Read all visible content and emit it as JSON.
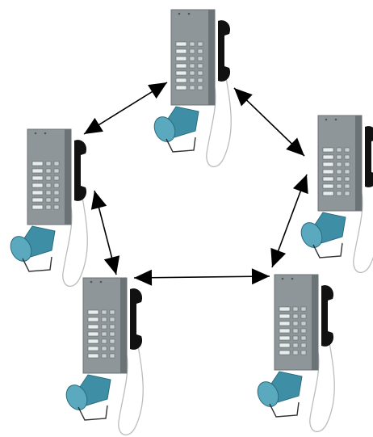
{
  "diagram": {
    "type": "ring-network",
    "colors": {
      "background": "#ffffff",
      "arrow": "#000000",
      "cabinet_front": "#8e9699",
      "cabinet_dark": "#6b7376",
      "horn": "#3e8fa6",
      "handset": "#111111",
      "cord": "#b9bdbe"
    },
    "nodes": [
      {
        "id": "phone-top",
        "device": "industrial-telephone-with-horn-speaker"
      },
      {
        "id": "phone-right",
        "device": "industrial-telephone-with-horn-speaker"
      },
      {
        "id": "phone-bottom-right",
        "device": "industrial-telephone-with-horn-speaker"
      },
      {
        "id": "phone-bottom-left",
        "device": "industrial-telephone-with-horn-speaker"
      },
      {
        "id": "phone-left",
        "device": "industrial-telephone-with-horn-speaker"
      }
    ],
    "links": [
      {
        "from": "phone-left",
        "to": "phone-top",
        "direction": "bidirectional"
      },
      {
        "from": "phone-top",
        "to": "phone-right",
        "direction": "bidirectional"
      },
      {
        "from": "phone-right",
        "to": "phone-bottom-right",
        "direction": "bidirectional"
      },
      {
        "from": "phone-bottom-right",
        "to": "phone-bottom-left",
        "direction": "bidirectional"
      },
      {
        "from": "phone-bottom-left",
        "to": "phone-left",
        "direction": "bidirectional"
      }
    ]
  }
}
